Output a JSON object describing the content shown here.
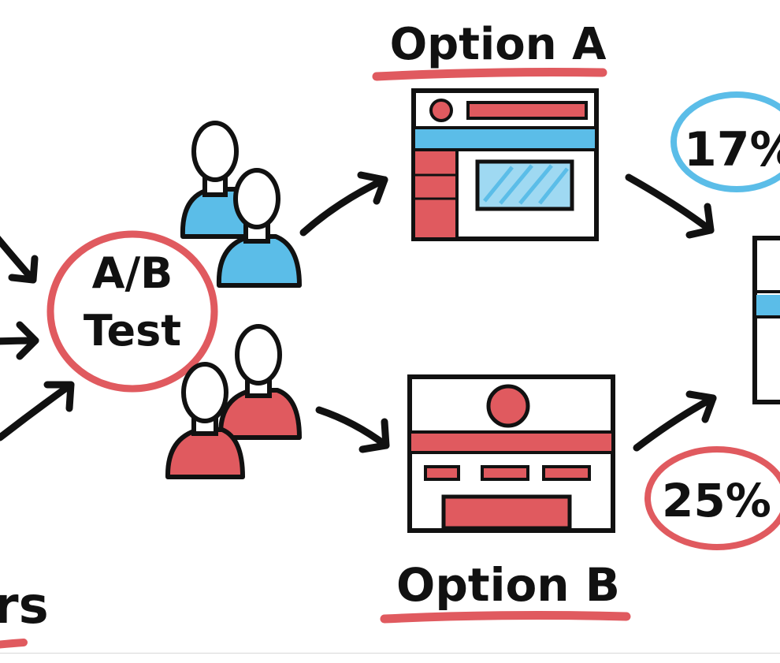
{
  "diagram": {
    "center_node": {
      "line1": "A/B",
      "line2": "Test"
    },
    "option_a": {
      "label": "Option A",
      "result": "17%"
    },
    "option_b": {
      "label": "Option B",
      "result": "25%"
    },
    "left_fragment": "rs"
  },
  "colors": {
    "ink": "#111111",
    "red": "#e05a5f",
    "blue": "#5bbde8",
    "background": "#ffffff"
  },
  "icons": {
    "visitors_group": "users-icon",
    "arrow": "arrow-icon",
    "page_mockup": "webpage-icon"
  }
}
